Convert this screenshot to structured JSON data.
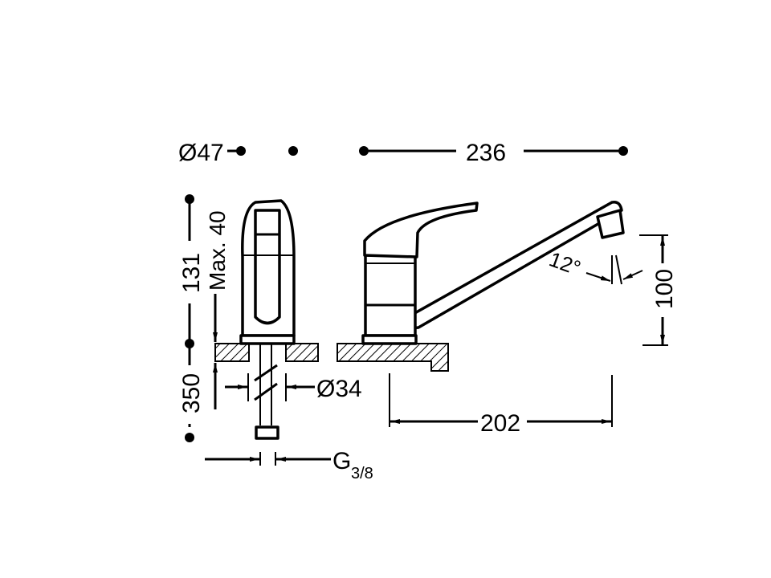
{
  "title": "Single-lever sink mixer dimension drawing",
  "dimensions": {
    "base_diameter": "Ø47",
    "overall_length": "236",
    "overall_height": "131",
    "max_deck_thickness": "Max. 40",
    "hose_length": "350",
    "hole_diameter": "Ø34",
    "spout_reach": "202",
    "spout_height": "100",
    "swivel_angle": "12°",
    "connection_thread": "G",
    "connection_thread_fraction": "3/8"
  },
  "colors": {
    "line": "#000000",
    "background": "#ffffff"
  }
}
